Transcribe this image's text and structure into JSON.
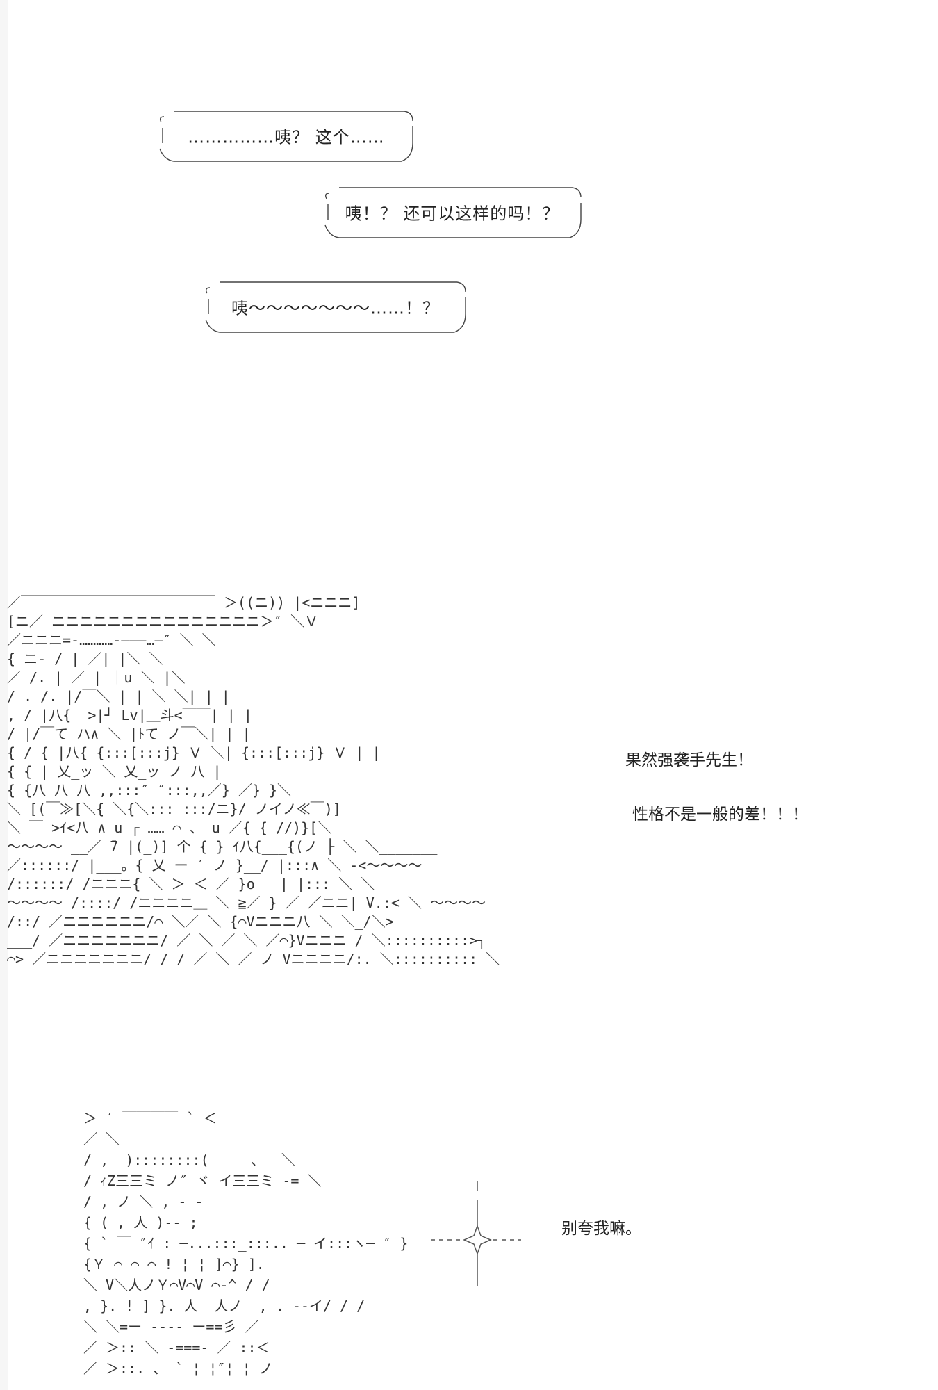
{
  "balloons": [
    {
      "text": "……………咦？ 这个……"
    },
    {
      "text": "咦！？ 还可以这样的吗！？"
    },
    {
      "text": "咦～～～～～～～……！？"
    }
  ],
  "captions": {
    "line1": "果然强袭手先生！",
    "line2": "性格不是一般的差！！！",
    "line3": "别夸我嘛。"
  },
  "art_main": [
    "        ／￣￣￣￣￣￣￣￣￣￣￣￣￣￣ ＞((ニ)) |<ニニニ]",
    "  [ニ／ ニニニニニニニニニニニニニニニ＞″    ＼Ｖ",
    "    ／ニニニ=-…………-―――…―″  ＼     ＼",
    "   {_ニ-   /     |    ／|      |＼       ＼",
    "    ／   /.      |  ／ |     ｜u ＼       |＼",
    "   / . /.      |/￣＼ |     |  ＼  ＼|    |  |",
    "  ,   /       |八{__>|┘  Lv|＿斗<￣￣|    |  |",
    "     /        |/￣て_ハ∧  ＼ |ﾄて_ノ￣＼|    |  |",
    "  {    /   {    |八{ {:::[:::j}  Ｖ ＼|  {:::[:::j}  Ｖ   |    |",
    "       {   {    |   乂_ッ    ＼  乂_ッ  ノ   八   |",
    "  {     {八  八  八 ,,:::″     ″:::,,／}  ／}  }＼",
    "   ＼   [(￣≫[＼{ ＼{＼:::        :::/ニ}/  ノイノ≪￣)]",
    "     ＼    ￣ >ｲ<八  ∧  u   ┌ ……   ⌒ 、   u ／{ {   //)}[＼",
    "～～～～     __／ ̄7   |(_)] 个    {         }   ｲ八{___{(ノ  ├ ＼ ＼_______",
    "        ／::::::/   |___。{   乂   ー    ′   ノ }__/   |:::∧  ＼  -<～～～～",
    "      /::::::/   /ニニニ{  ＼ ＞       ＜  ／  }o___|   |::: ＼ ＼ ___  ___",
    "～～～～ /::::/   /ニニニニ＿ ＼      ≧／ }  ／   ／ニニ|   V.:<  ＼  ～～～～",
    "     /::/  ／ニニニニニニ/⌒ ＼／ ＼   {⌒Vニニニ八   ＼ ＼_/＼>",
    "   ___/  ／ニニニニニニニ/ ／ ＼ ／ ＼  ／⌒}Vニニニ /   ＼::::::::::>┐",
    "  ⌒>     ／ニニニニニニニ/  / /  ／ ＼ ／  ノ  Vニニニニ/:.   ＼::::::::::  ＼"
  ],
  "art_bottom": [
    "         ＞ ′   ￣￣￣￣   ` ＜",
    "       ／                    ＼",
    "      /     ,_  )::::::::(_  __ 、_    ＼",
    "     /    ｨZ三三ミ ノ″  ヾ  イ三三ミ  -=   ＼",
    "    /   ,        ノ                    ＼  ,  - -",
    "        {   ( ,   人    )--          ;",
    "   {  ` ￣   ″ｲ :  ─...:::_:::.. ─ イ:::ヽ─ ″   }",
    "         {Ｙ ⌒ ⌒ ⌒ ! ¦ ¦ ]⌒}          ].",
    "          ＼ V＼人ノＹ⌒V⌒V ⌒-^ / /",
    "     ,     }. ! ] }. 人__人ノ _,_. --イ/ /        /",
    "      ＼        ＼=ー ---- ー==彡          ／",
    "      ／ ＞::    ＼     ‐===-     ／ ::＜",
    "    ／   ＞::.     、    ` ¦ ¦″¦ ¦      ノ"
  ]
}
